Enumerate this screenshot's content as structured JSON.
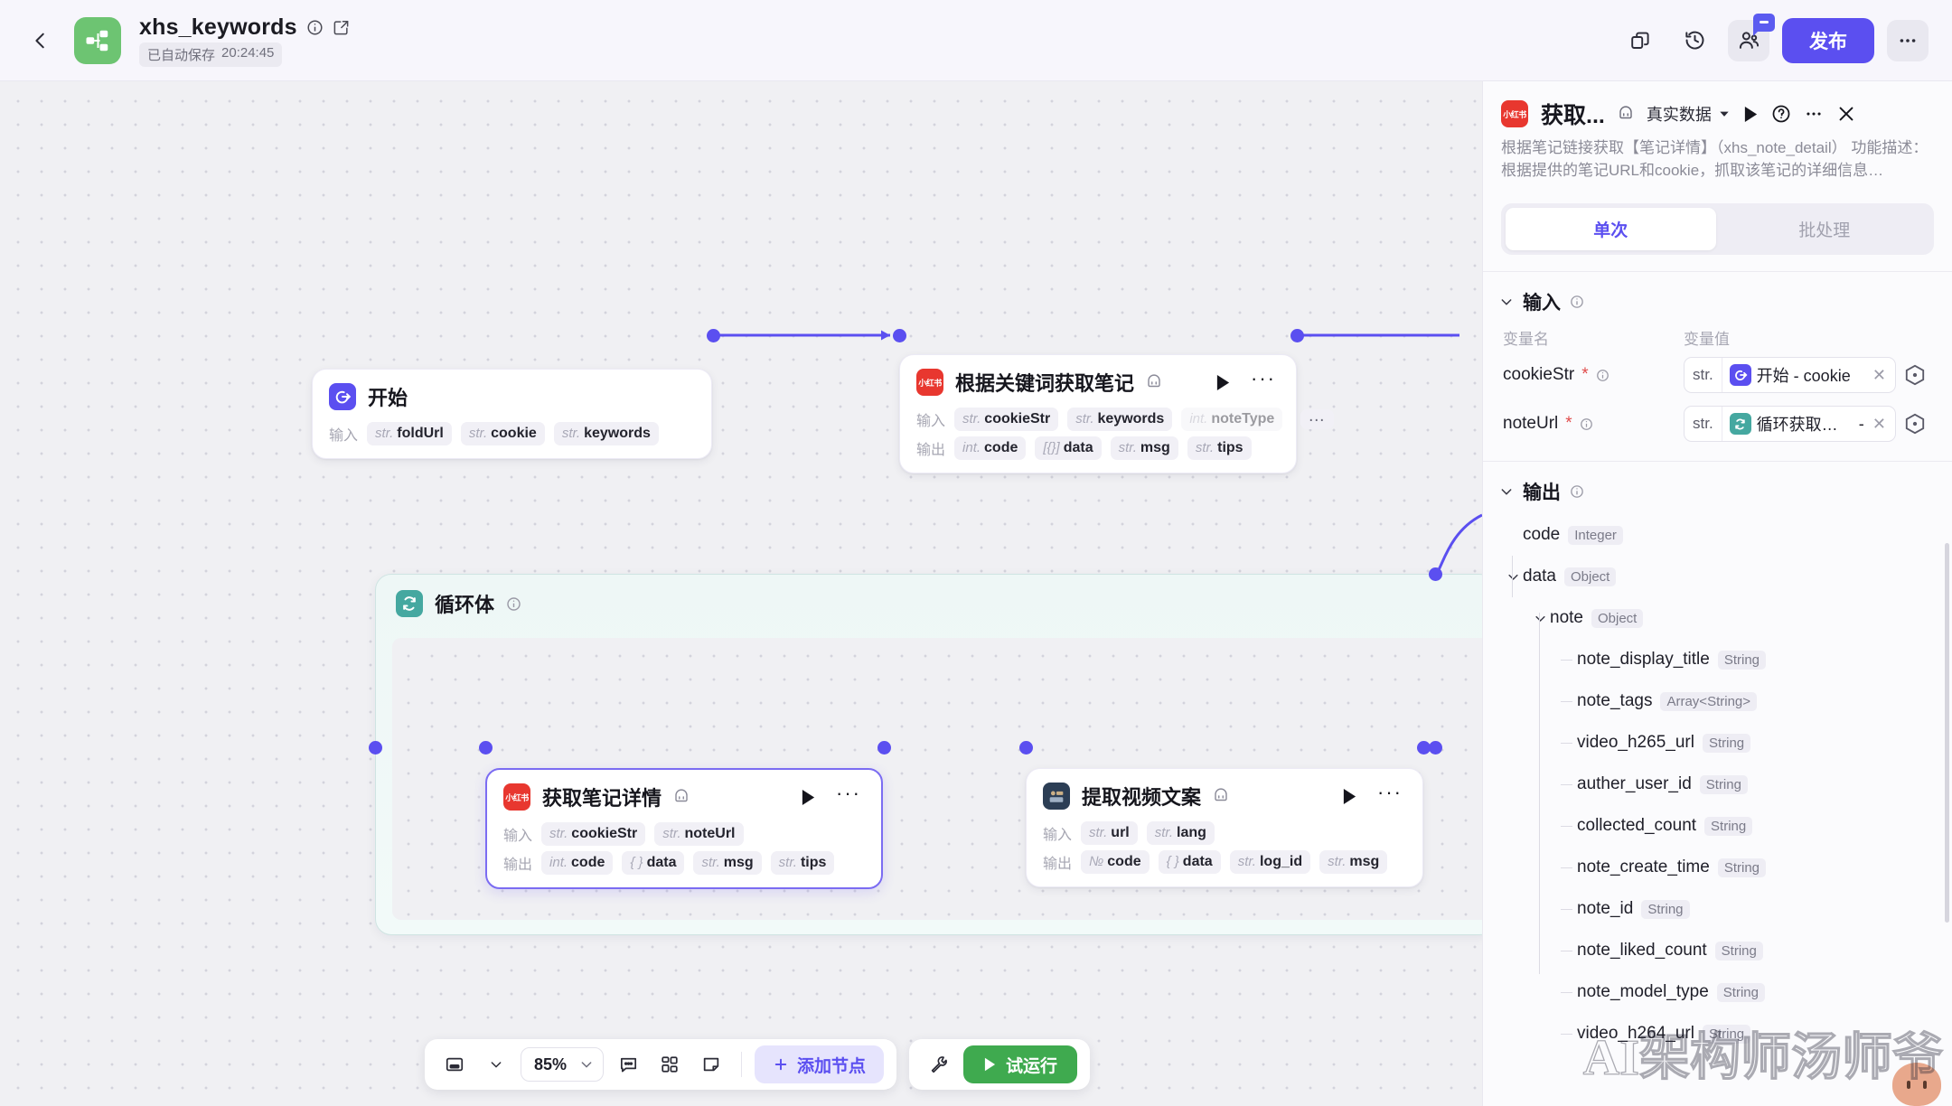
{
  "topbar": {
    "back_icon": "chevron-left-icon",
    "app_icon": "workflow-icon",
    "title": "xhs_keywords",
    "info_icon": "info-icon",
    "edit_icon": "edit-icon",
    "saved_label": "已自动保存",
    "saved_time": "20:24:45",
    "duplicate_icon": "duplicate-icon",
    "history_icon": "history-icon",
    "collaborators_icon": "collaborators-icon",
    "publish_label": "发布",
    "more_icon": "more-icon"
  },
  "canvas": {
    "nodes": [
      {
        "id": "start",
        "icon": "start-icon",
        "title": "开始",
        "input_label": "输入",
        "inputs": [
          {
            "type": "str.",
            "name": "foldUrl"
          },
          {
            "type": "str.",
            "name": "cookie"
          },
          {
            "type": "str.",
            "name": "keywords"
          }
        ]
      },
      {
        "id": "keywords-notes",
        "icon": "xhs-icon",
        "icon_text": "小红书",
        "title": "根据关键词获取笔记",
        "plugin_icon": "plugin-icon",
        "run_icon": "play-icon",
        "more_icon": "more-icon",
        "input_label": "输入",
        "inputs": [
          {
            "type": "str.",
            "name": "cookieStr"
          },
          {
            "type": "str.",
            "name": "keywords"
          },
          {
            "type": "int.",
            "name": "noteType"
          }
        ],
        "inputs_more": "…",
        "output_label": "输出",
        "outputs": [
          {
            "type": "int.",
            "name": "code"
          },
          {
            "type": "[{}]",
            "name": "data"
          },
          {
            "type": "str.",
            "name": "msg"
          },
          {
            "type": "str.",
            "name": "tips"
          }
        ]
      },
      {
        "id": "note-detail",
        "icon": "xhs-icon",
        "icon_text": "小红书",
        "title": "获取笔记详情",
        "plugin_icon": "plugin-icon",
        "run_icon": "play-icon",
        "more_icon": "more-icon",
        "input_label": "输入",
        "inputs": [
          {
            "type": "str.",
            "name": "cookieStr"
          },
          {
            "type": "str.",
            "name": "noteUrl"
          }
        ],
        "output_label": "输出",
        "outputs": [
          {
            "type": "int.",
            "name": "code"
          },
          {
            "type": "{ }",
            "name": "data"
          },
          {
            "type": "str.",
            "name": "msg"
          },
          {
            "type": "str.",
            "name": "tips"
          }
        ]
      },
      {
        "id": "video-copy",
        "icon": "video-icon",
        "title": "提取视频文案",
        "plugin_icon": "plugin-icon",
        "run_icon": "play-icon",
        "more_icon": "more-icon",
        "input_label": "输入",
        "inputs": [
          {
            "type": "str.",
            "name": "url"
          },
          {
            "type": "str.",
            "name": "lang"
          }
        ],
        "output_label": "输出",
        "outputs": [
          {
            "type": "№",
            "name": "code"
          },
          {
            "type": "{ }",
            "name": "data"
          },
          {
            "type": "str.",
            "name": "log_id"
          },
          {
            "type": "str.",
            "name": "msg"
          }
        ]
      }
    ],
    "loop": {
      "icon": "loop-icon",
      "title": "循环体",
      "info_icon": "info-icon"
    }
  },
  "bottombar": {
    "view_icon": "screen-fit-icon",
    "view_caret": "chevron-down-icon",
    "zoom_value": "85%",
    "zoom_caret": "chevron-down-icon",
    "comment_icon": "comment-icon",
    "grid_icon": "grid-icon",
    "note_icon": "sticky-note-icon",
    "add_node_icon": "plus-icon",
    "add_node_label": "添加节点",
    "tool_icon": "wrench-icon",
    "run_icon": "play-icon",
    "run_label": "试运行"
  },
  "panel": {
    "icon": "xhs-icon",
    "icon_text": "小红书",
    "title": "获取...",
    "plugin_icon": "plugin-icon",
    "data_mode": "真实数据",
    "data_mode_caret": "chevron-down-icon",
    "run_icon": "play-icon",
    "help_icon": "help-icon",
    "more_icon": "more-icon",
    "close_icon": "close-icon",
    "description": "根据笔记链接获取【笔记详情】（xhs_note_detail） 功能描述： 根据提供的笔记URL和cookie，抓取该笔记的详细信息…",
    "tabs": [
      {
        "label": "单次",
        "active": true
      },
      {
        "label": "批处理",
        "active": false
      }
    ],
    "input_section": {
      "caret": "chevron-down-icon",
      "title": "输入",
      "info_icon": "info-icon",
      "col_name": "变量名",
      "col_value": "变量值",
      "rows": [
        {
          "name": "cookieStr",
          "required": "*",
          "info_icon": "info-icon",
          "type": "str.",
          "ref_icon": "start-icon",
          "ref_text": "开始 - cookie",
          "suffix": "",
          "clear_icon": "close-icon",
          "picker_icon": "target-icon"
        },
        {
          "name": "noteUrl",
          "required": "*",
          "info_icon": "info-icon",
          "type": "str.",
          "ref_icon": "loop-icon",
          "ref_text": "循环获取笔记...",
          "suffix": "-",
          "clear_icon": "close-icon",
          "picker_icon": "target-icon"
        }
      ]
    },
    "output_section": {
      "caret": "chevron-down-icon",
      "title": "输出",
      "info_icon": "info-icon",
      "items": [
        {
          "depth": 0,
          "kind": "leaf",
          "name": "code",
          "type": "Integer"
        },
        {
          "depth": 0,
          "kind": "branch",
          "name": "data",
          "type": "Object"
        },
        {
          "depth": 1,
          "kind": "branch",
          "name": "note",
          "type": "Object"
        },
        {
          "depth": 2,
          "kind": "leaf",
          "name": "note_display_title",
          "type": "String"
        },
        {
          "depth": 2,
          "kind": "leaf",
          "name": "note_tags",
          "type": "Array<String>"
        },
        {
          "depth": 2,
          "kind": "leaf",
          "name": "video_h265_url",
          "type": "String"
        },
        {
          "depth": 2,
          "kind": "leaf",
          "name": "auther_user_id",
          "type": "String"
        },
        {
          "depth": 2,
          "kind": "leaf",
          "name": "collected_count",
          "type": "String"
        },
        {
          "depth": 2,
          "kind": "leaf",
          "name": "note_create_time",
          "type": "String"
        },
        {
          "depth": 2,
          "kind": "leaf",
          "name": "note_id",
          "type": "String"
        },
        {
          "depth": 2,
          "kind": "leaf",
          "name": "note_liked_count",
          "type": "String"
        },
        {
          "depth": 2,
          "kind": "leaf",
          "name": "note_model_type",
          "type": "String"
        },
        {
          "depth": 2,
          "kind": "leaf",
          "name": "video_h264_url",
          "type": "String"
        }
      ]
    }
  },
  "watermark": "AI架构师汤师爷",
  "colors": {
    "accent": "#5b4ff0",
    "green": "#3faa4f",
    "xhs_red": "#e8372f",
    "loop_teal": "#45a8a0",
    "canvas_bg": "#f0f0f3"
  }
}
